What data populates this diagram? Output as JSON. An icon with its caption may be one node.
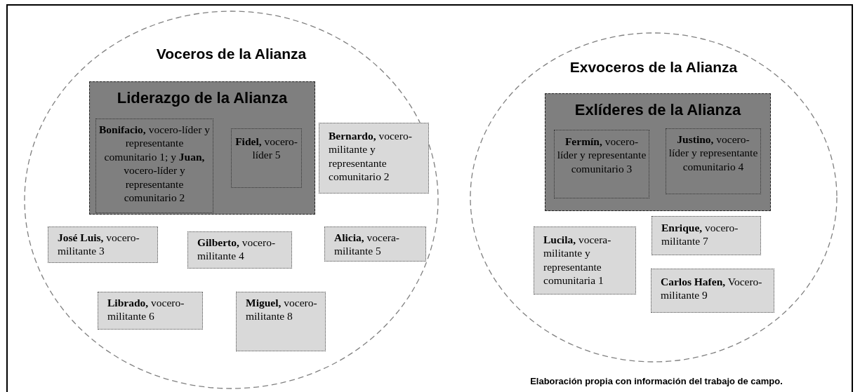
{
  "diagram": {
    "caption": "Elaboración propia con información del trabajo de campo.",
    "nodes": [
      {
        "text": [
          "Voceros de la Alianza"
        ]
      },
      {
        "text": [
          "Liderazgo de la Alianza"
        ],
        "in": 0
      },
      {
        "text": [
          "**Bonifacio,** vocero-líder y representante comunitario 1; y **Juan,** vocero-líder y representante comunitario 2"
        ],
        "in": 1
      },
      {
        "text": [
          "**Fidel,** vocero-líder 5"
        ],
        "in": 1
      },
      {
        "text": [
          "**Bernardo,** vocero-militante y representante comunitario 2"
        ],
        "in": 0
      },
      {
        "text": [
          "**José Luis,** vocero-militante 3"
        ],
        "in": 0
      },
      {
        "text": [
          "**Gilberto,** vocero-militante 4"
        ],
        "in": 0
      },
      {
        "text": [
          "**Alicia,** vocera-militante 5"
        ],
        "in": 0
      },
      {
        "text": [
          "**Librado,** vocero-militante 6"
        ],
        "in": 0
      },
      {
        "text": [
          "**Miguel,** vocero-militante 8"
        ],
        "in": 0
      },
      {
        "text": [
          "Exvoceros de la Alianza"
        ]
      },
      {
        "text": [
          "Exlíderes de la Alianza"
        ],
        "in": 10
      },
      {
        "text": [
          "**Fermín,** vocero-líder y representante comunitario 3"
        ],
        "in": 11
      },
      {
        "text": [
          "**Justino,** vocero-líder y representante comunitario 4"
        ],
        "in": 11
      },
      {
        "text": [
          "**Lucila,** vocera-militante y representante comunitaria 1"
        ],
        "in": 10
      },
      {
        "text": [
          "**Enrique,** vocero-militante 7"
        ],
        "in": 10
      },
      {
        "text": [
          "**Carlos Hafen,** Vocero-militante 9"
        ],
        "in": 10
      }
    ]
  }
}
